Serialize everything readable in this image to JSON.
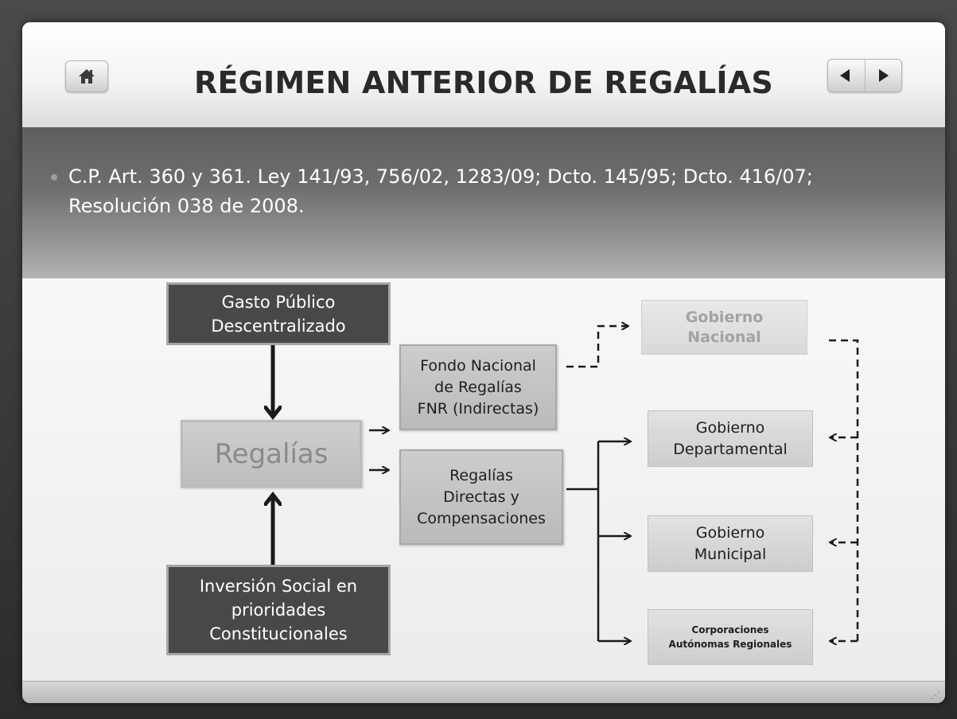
{
  "slide": {
    "title": "RÉGIMEN ANTERIOR DE REGALÍAS",
    "bullet": "C.P. Art. 360 y 361. Ley 141/93, 756/02, 1283/09;  Dcto. 145/95; Dcto. 416/07;  Resolución 038 de 2008."
  },
  "nav": {
    "home_icon": "home-icon",
    "prev_icon": "◀",
    "next_icon": "▶"
  },
  "diagram": {
    "gasto": [
      "Gasto Público",
      "Descentralizado"
    ],
    "regalias": "Regalías",
    "inversion": [
      "Inversión Social en",
      "prioridades",
      "Constitucionales"
    ],
    "fnr": [
      "Fondo Nacional",
      "de Regalías",
      "FNR (Indirectas)"
    ],
    "directas": [
      "Regalías",
      "Directas y",
      "Compensaciones"
    ],
    "gob_nacional": [
      "Gobierno",
      "Nacional"
    ],
    "gob_departamental": [
      "Gobierno",
      "Departamental"
    ],
    "gob_municipal": [
      "Gobierno",
      "Municipal"
    ],
    "corporaciones": [
      "Corporaciones",
      "Autónomas Regionales"
    ]
  },
  "colors": {
    "dark_box": "#484848",
    "mid_box": "#c4c4c4",
    "band": "#6e6e6e"
  }
}
